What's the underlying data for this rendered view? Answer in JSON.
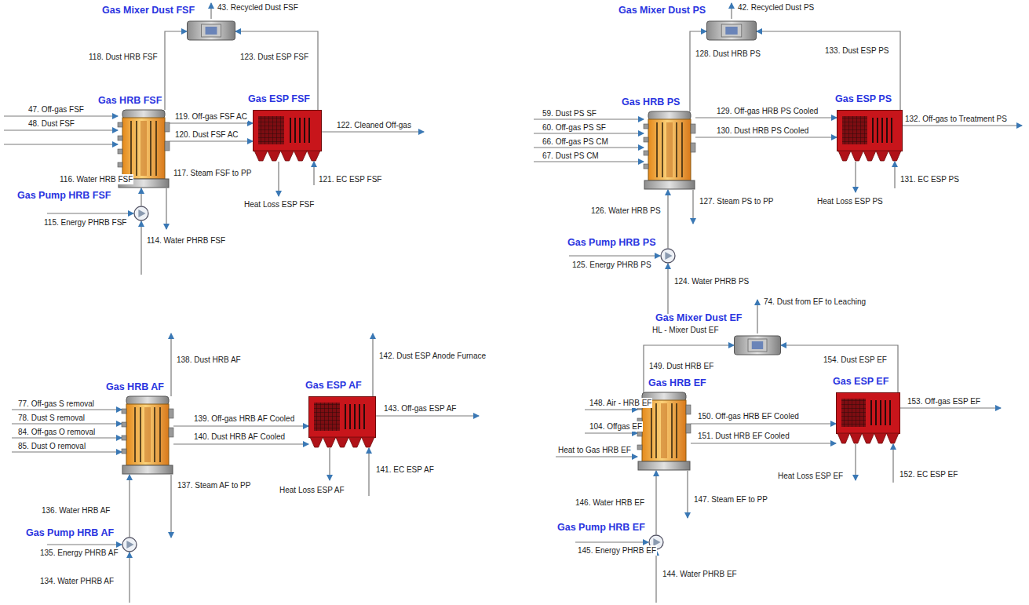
{
  "diagram": {
    "nodes": [
      {
        "text": [
          "Gas Mixer Dust FSF"
        ]
      },
      {
        "text": [
          "Gas HRB FSF"
        ]
      },
      {
        "text": [
          "Gas ESP FSF"
        ]
      },
      {
        "text": [
          "Gas Pump HRB FSF"
        ]
      },
      {
        "text": [
          "Gas Mixer Dust PS"
        ]
      },
      {
        "text": [
          "Gas HRB PS"
        ]
      },
      {
        "text": [
          "Gas ESP PS"
        ]
      },
      {
        "text": [
          "Gas Pump HRB PS"
        ]
      },
      {
        "text": [
          "Gas HRB AF"
        ]
      },
      {
        "text": [
          "Gas ESP AF"
        ]
      },
      {
        "text": [
          "Gas Pump HRB AF"
        ]
      },
      {
        "text": [
          "Gas Mixer Dust EF"
        ]
      },
      {
        "text": [
          "Gas HRB EF"
        ]
      },
      {
        "text": [
          "Gas ESP EF"
        ]
      },
      {
        "text": [
          "Gas Pump HRB EF"
        ]
      }
    ],
    "edges": [
      {
        "from": 1,
        "to": 0,
        "arrow": "to",
        "label": "118. Dust HRB FSF"
      },
      {
        "from": 2,
        "to": 0,
        "arrow": "to",
        "label": "123. Dust ESP FSF"
      },
      {
        "from": 1,
        "to": 2,
        "arrow": "to",
        "label": "119. Off-gas FSF AC"
      },
      {
        "from": 1,
        "to": 2,
        "arrow": "to",
        "label": "120. Dust FSF AC"
      },
      {
        "from": 3,
        "to": 1,
        "arrow": "to",
        "label": "116. Water HRB FSF"
      },
      {
        "from": 5,
        "to": 4,
        "arrow": "to",
        "label": "128. Dust HRB PS"
      },
      {
        "from": 6,
        "to": 4,
        "arrow": "to",
        "label": "133. Dust ESP PS"
      },
      {
        "from": 5,
        "to": 6,
        "arrow": "to",
        "label": "129. Off-gas HRB PS Cooled"
      },
      {
        "from": 5,
        "to": 6,
        "arrow": "to",
        "label": "130. Dust HRB PS Cooled"
      },
      {
        "from": 7,
        "to": 5,
        "arrow": "to",
        "label": "126. Water HRB PS"
      },
      {
        "from": 8,
        "to": 9,
        "arrow": "to",
        "label": "139. Off-gas HRB AF Cooled"
      },
      {
        "from": 8,
        "to": 9,
        "arrow": "to",
        "label": "140. Dust HRB AF Cooled"
      },
      {
        "from": 10,
        "to": 8,
        "arrow": "to",
        "label": "136. Water HRB AF"
      },
      {
        "from": 12,
        "to": 11,
        "arrow": "to",
        "label": "149. Dust HRB EF"
      },
      {
        "from": 13,
        "to": 11,
        "arrow": "to",
        "label": "154. Dust ESP EF"
      },
      {
        "from": 12,
        "to": 13,
        "arrow": "to",
        "label": "150. Off-gas HRB EF Cooled"
      },
      {
        "from": 12,
        "to": 13,
        "arrow": "to",
        "label": "151. Dust HRB EF Cooled"
      },
      {
        "from": 14,
        "to": 12,
        "arrow": "to",
        "label": "146. Water HRB EF"
      }
    ],
    "labels": [
      "43. Recycled Dust FSF",
      "47. Off-gas FSF",
      "48. Dust FSF",
      "122. Cleaned Off-gas",
      "121. EC ESP FSF",
      "Heat Loss ESP FSF",
      "117. Steam FSF to PP",
      "115. Energy PHRB FSF",
      "114. Water PHRB FSF",
      "42. Recycled Dust PS",
      "59. Dust PS SF",
      "60. Off-gas PS SF",
      "66. Off-gas PS CM",
      "67. Dust PS CM",
      "132. Off-gas to Treatment PS",
      "131. EC ESP PS",
      "Heat Loss ESP PS",
      "127. Steam PS to PP",
      "125. Energy PHRB PS",
      "124. Water PHRB PS",
      "138. Dust HRB AF",
      "142. Dust ESP Anode Furnace",
      "77. Off-gas S removal",
      "78. Dust S removal",
      "84. Off-gas O removal",
      "85. Dust O removal",
      "143. Off-gas ESP AF",
      "141. EC ESP AF",
      "Heat Loss ESP AF",
      "137. Steam AF to PP",
      "135. Energy PHRB AF",
      "134. Water PHRB AF",
      "74. Dust from EF to Leaching",
      "HL - Mixer Dust EF",
      "148. Air - HRB EF",
      "104. Offgas EF",
      "Heat to Gas HRB EF",
      "153. Off-gas ESP EF",
      "Heat Loss ESP EF",
      "152. EC ESP EF",
      "147. Steam EF to PP",
      "145. Energy PHRB EF",
      "144. Water PHRB EF"
    ]
  }
}
